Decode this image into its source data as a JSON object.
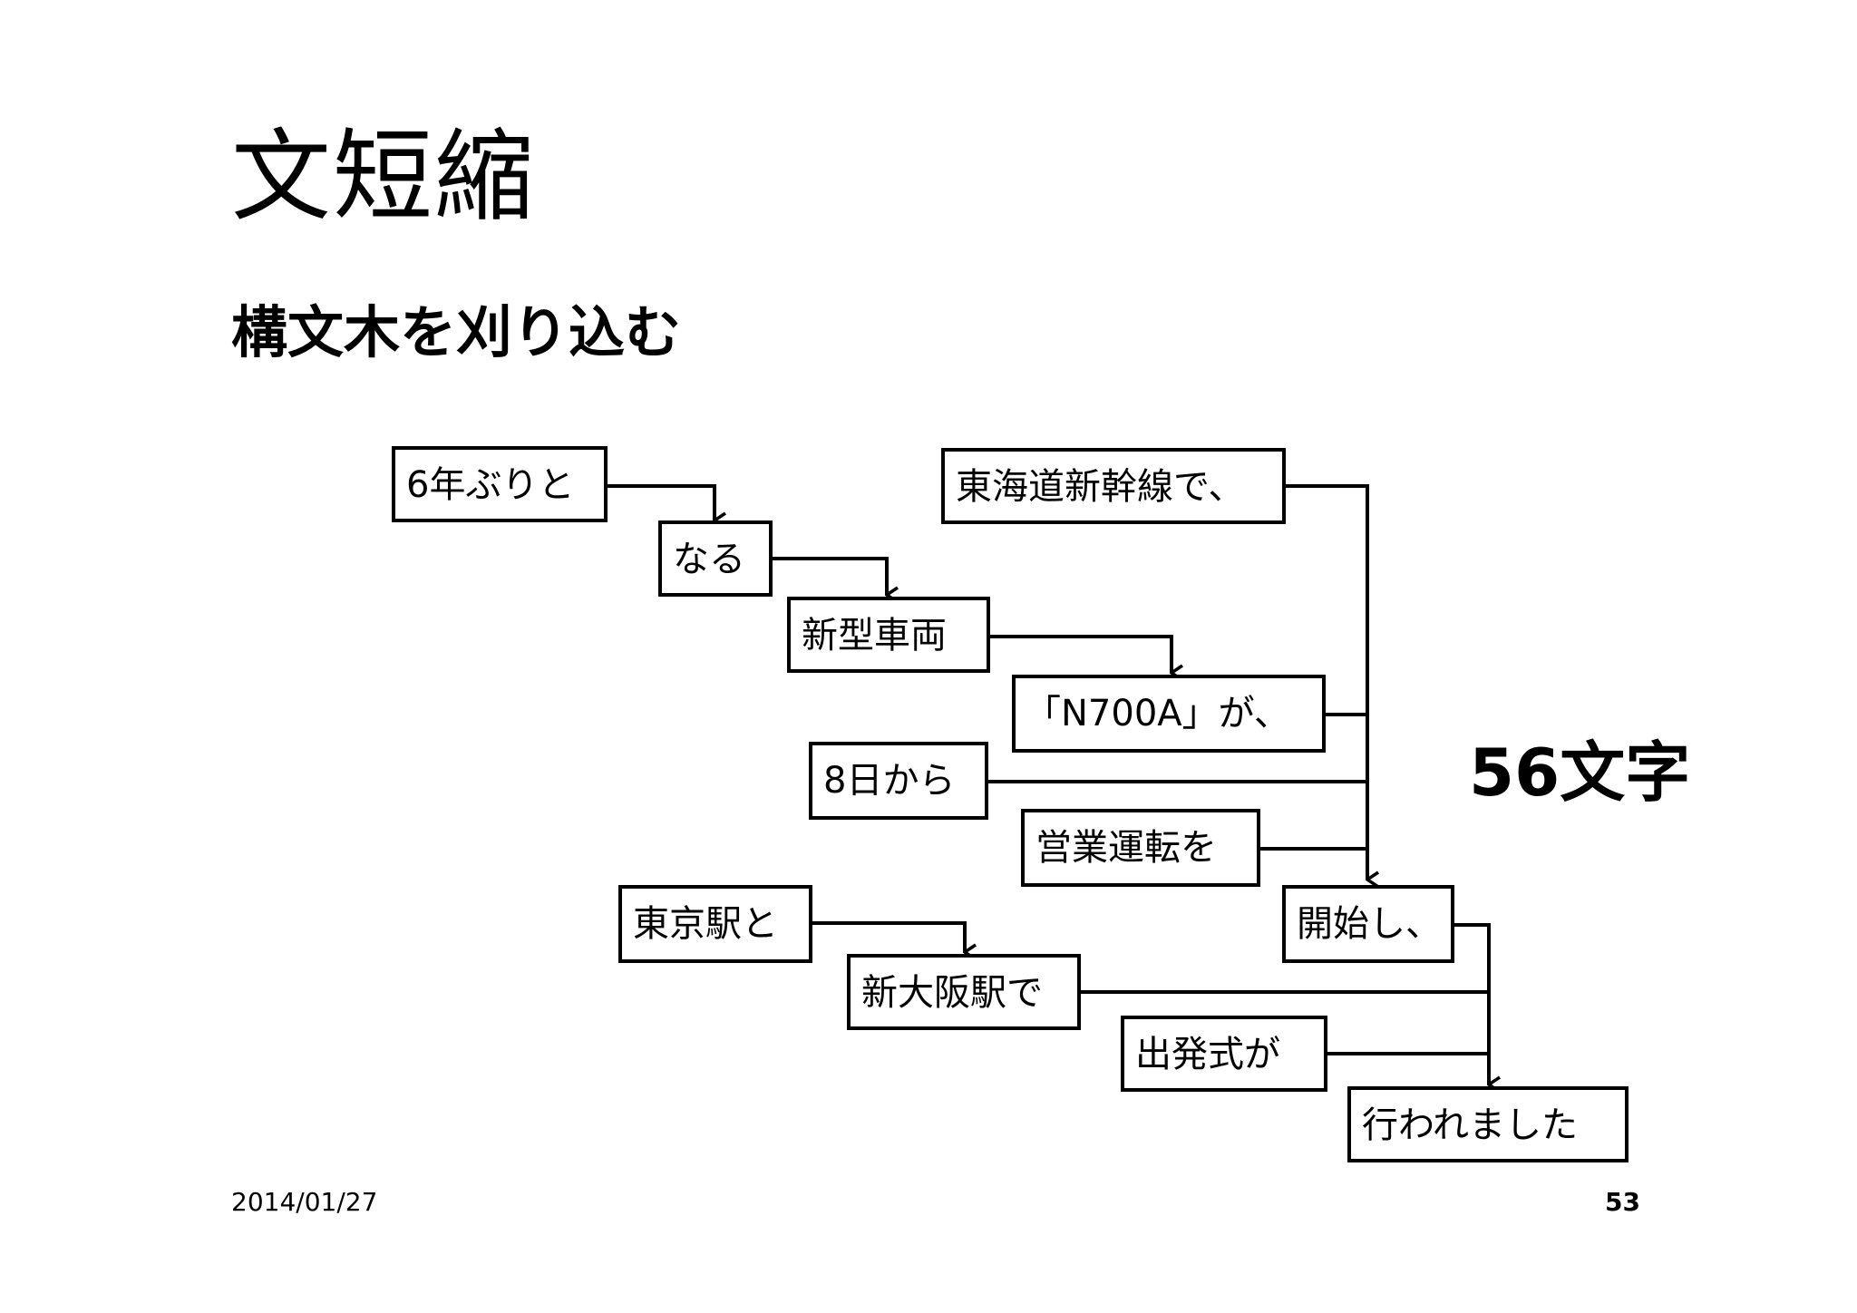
{
  "slide": {
    "title": "文短縮",
    "subtitle": "構文木を刈り込む",
    "char_count": "56文字",
    "date": "2014/01/27",
    "page_number": "53"
  },
  "nodes": [
    {
      "id": "n1",
      "label": "6年ぶりと"
    },
    {
      "id": "n2",
      "label": "なる"
    },
    {
      "id": "n3",
      "label": "新型車両"
    },
    {
      "id": "n4",
      "label": "「N700A」が、"
    },
    {
      "id": "n5",
      "label": "東海道新幹線で、"
    },
    {
      "id": "n6",
      "label": "8日から"
    },
    {
      "id": "n7",
      "label": "営業運転を"
    },
    {
      "id": "n8",
      "label": "開始し、"
    },
    {
      "id": "n9",
      "label": "東京駅と"
    },
    {
      "id": "n10",
      "label": "新大阪駅で"
    },
    {
      "id": "n11",
      "label": "出発式が"
    },
    {
      "id": "n12",
      "label": "行われました"
    }
  ],
  "edges": [
    {
      "from": "n1",
      "to": "n2"
    },
    {
      "from": "n2",
      "to": "n3"
    },
    {
      "from": "n3",
      "to": "n4"
    },
    {
      "from": "n4",
      "to": "n8"
    },
    {
      "from": "n5",
      "to": "n8"
    },
    {
      "from": "n6",
      "to": "n8"
    },
    {
      "from": "n7",
      "to": "n8"
    },
    {
      "from": "n9",
      "to": "n10"
    },
    {
      "from": "n8",
      "to": "n12"
    },
    {
      "from": "n10",
      "to": "n12"
    },
    {
      "from": "n11",
      "to": "n12"
    }
  ]
}
